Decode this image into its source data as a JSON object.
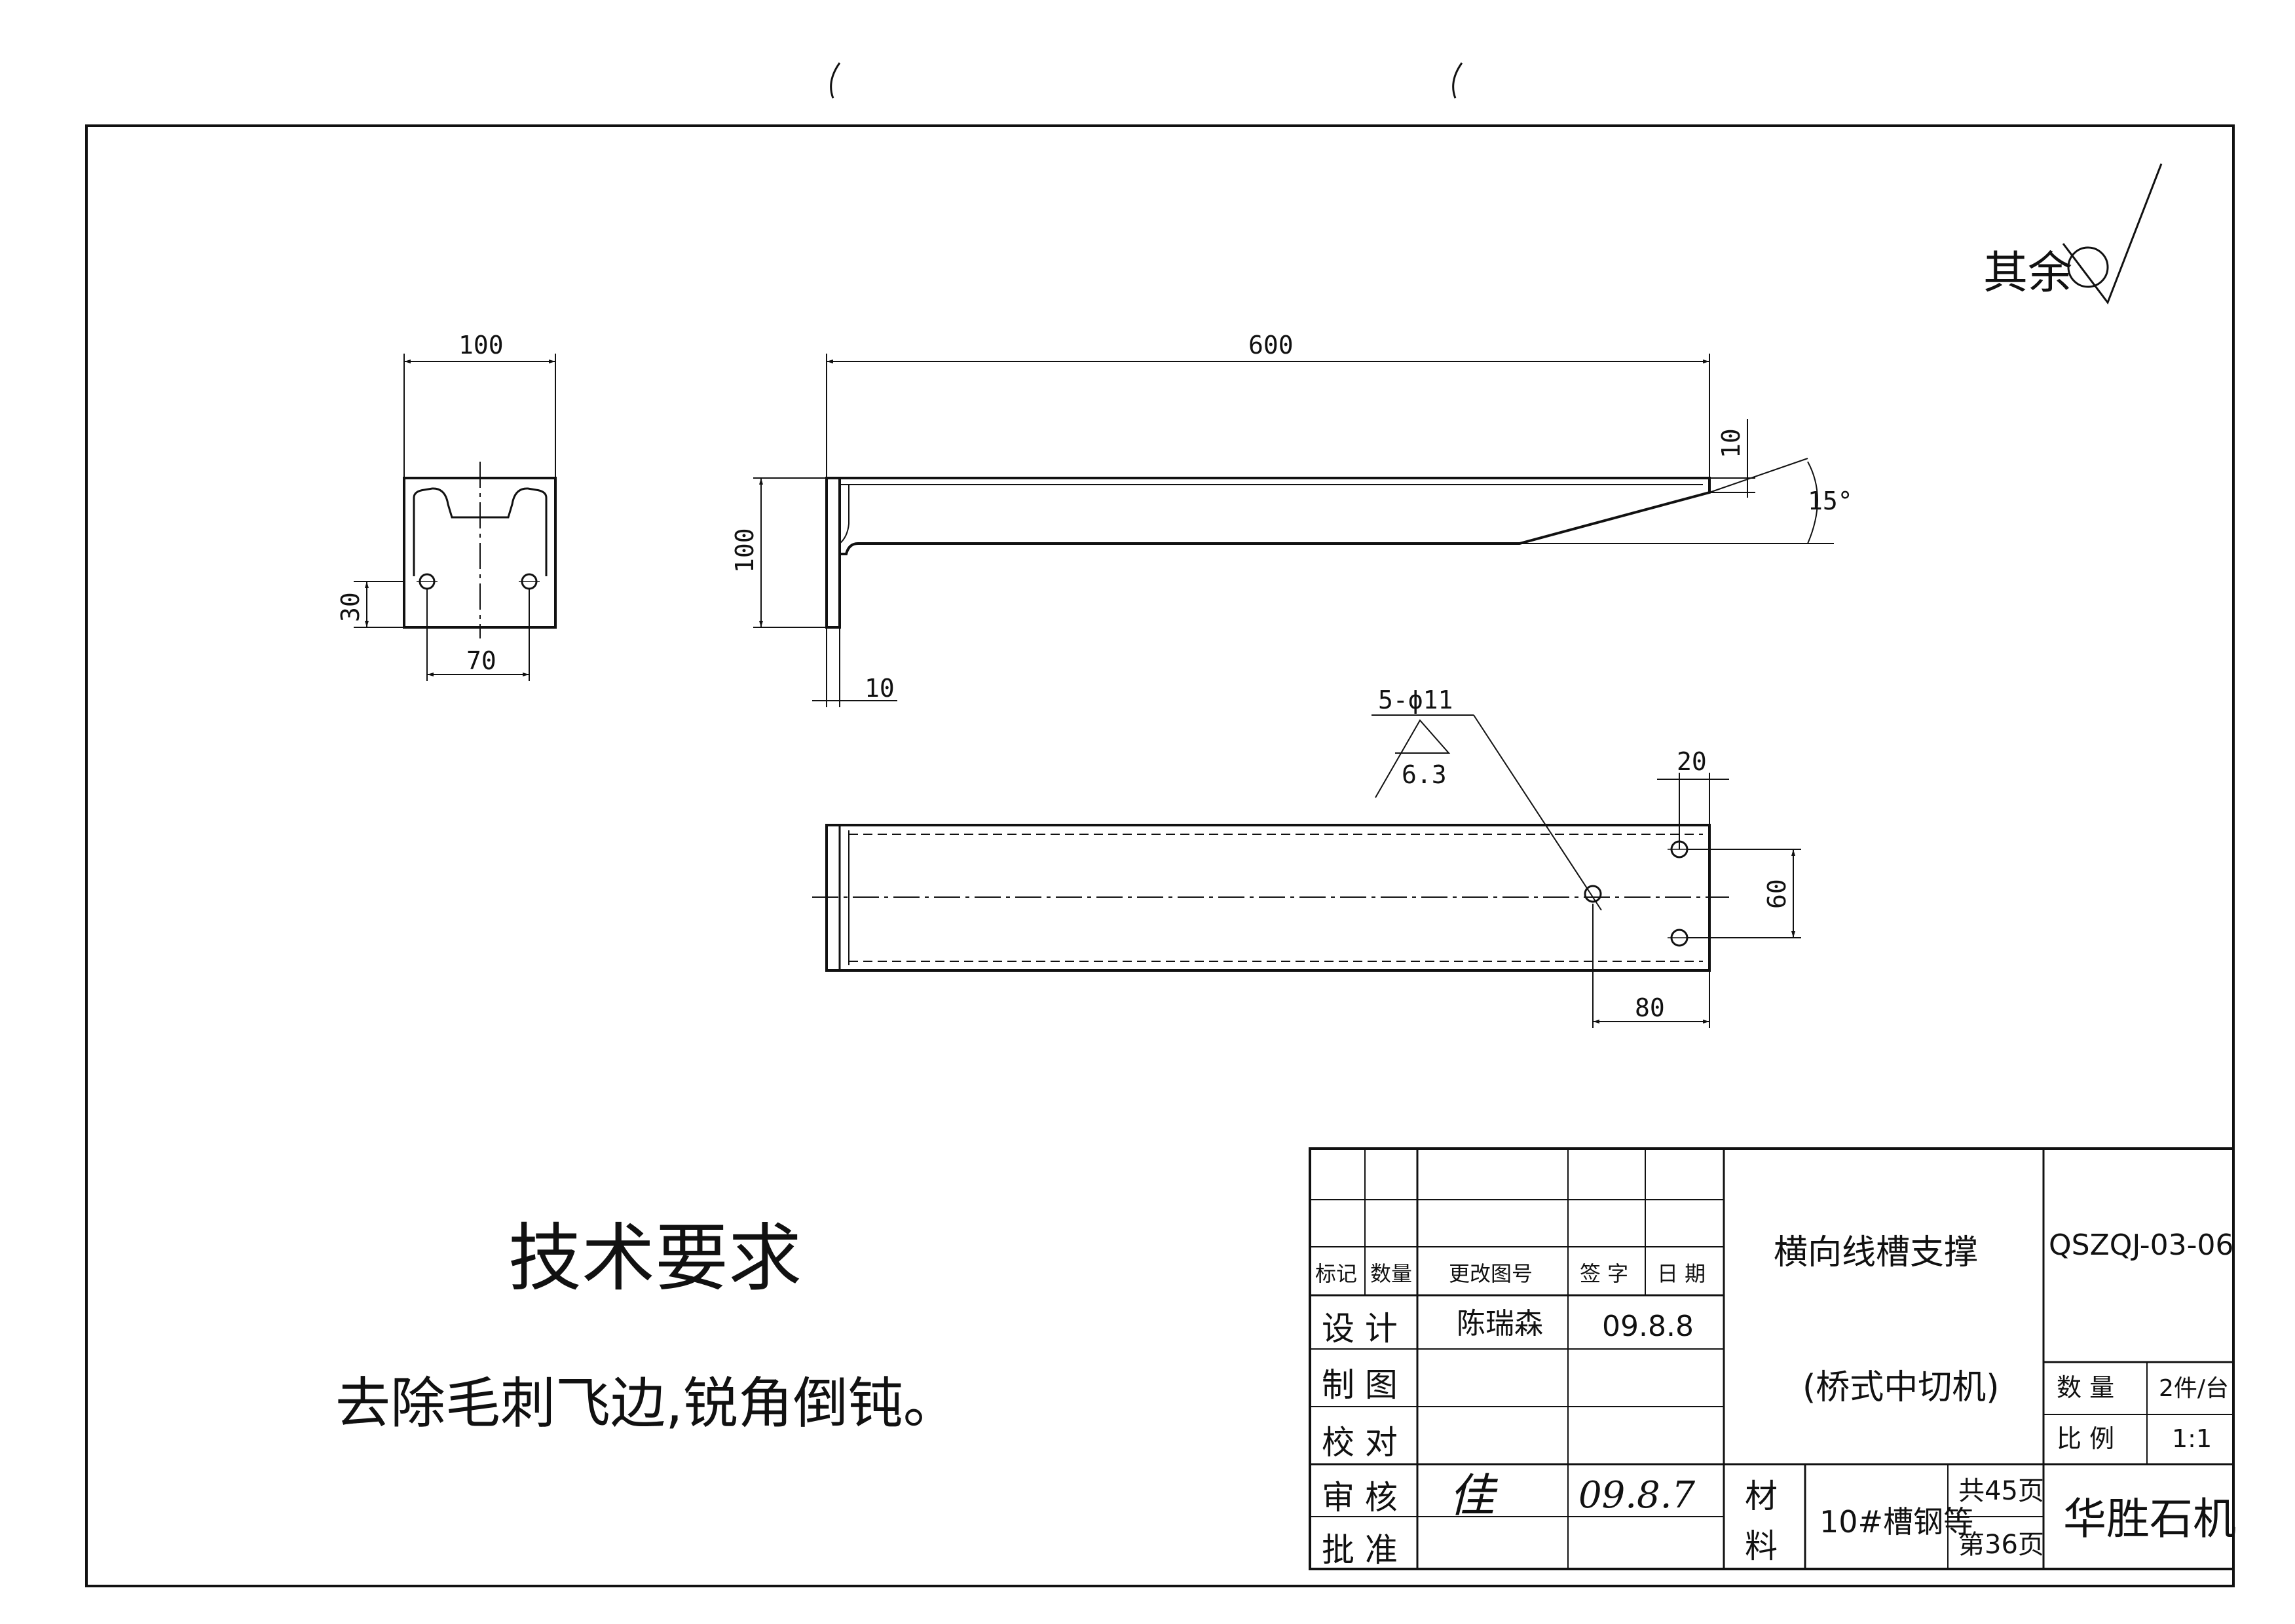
{
  "roughness_note": "其余",
  "dims": {
    "end_width": "100",
    "hole_height": "30",
    "hole_spacing": "70",
    "length": "600",
    "height": "100",
    "plate_thickness": "10",
    "tip_height": "10",
    "angle": "15°",
    "holes": "5-ϕ11",
    "hole_roughness": "6.3",
    "edge_offset": "20",
    "hole_row_spacing": "60",
    "hole_offset": "80"
  },
  "tech_requirements": {
    "title": "技术要求",
    "body": "去除毛刺飞边,锐角倒钝。"
  },
  "title_block": {
    "headers": [
      "标记",
      "数量",
      "更改图号",
      "签 字",
      "日 期"
    ],
    "roles": [
      "设 计",
      "制 图",
      "校 对",
      "审 核",
      "批 准"
    ],
    "designer": "陈瑞森",
    "design_date": "09.8.8",
    "reviewer_signature": "佳",
    "review_date": "09.8.7",
    "part_name": "横向线槽支撑",
    "machine": "(桥式中切机)",
    "drawing_no": "QSZQJ-03-06",
    "qty_label": "数 量",
    "qty_value": "2件/台",
    "scale_label": "比 例",
    "scale_value": "1:1",
    "material_label_1": "材",
    "material_label_2": "料",
    "material": "10#槽钢等",
    "total_pages": "共45页",
    "page_no": "第36页",
    "company": "华胜石机"
  }
}
